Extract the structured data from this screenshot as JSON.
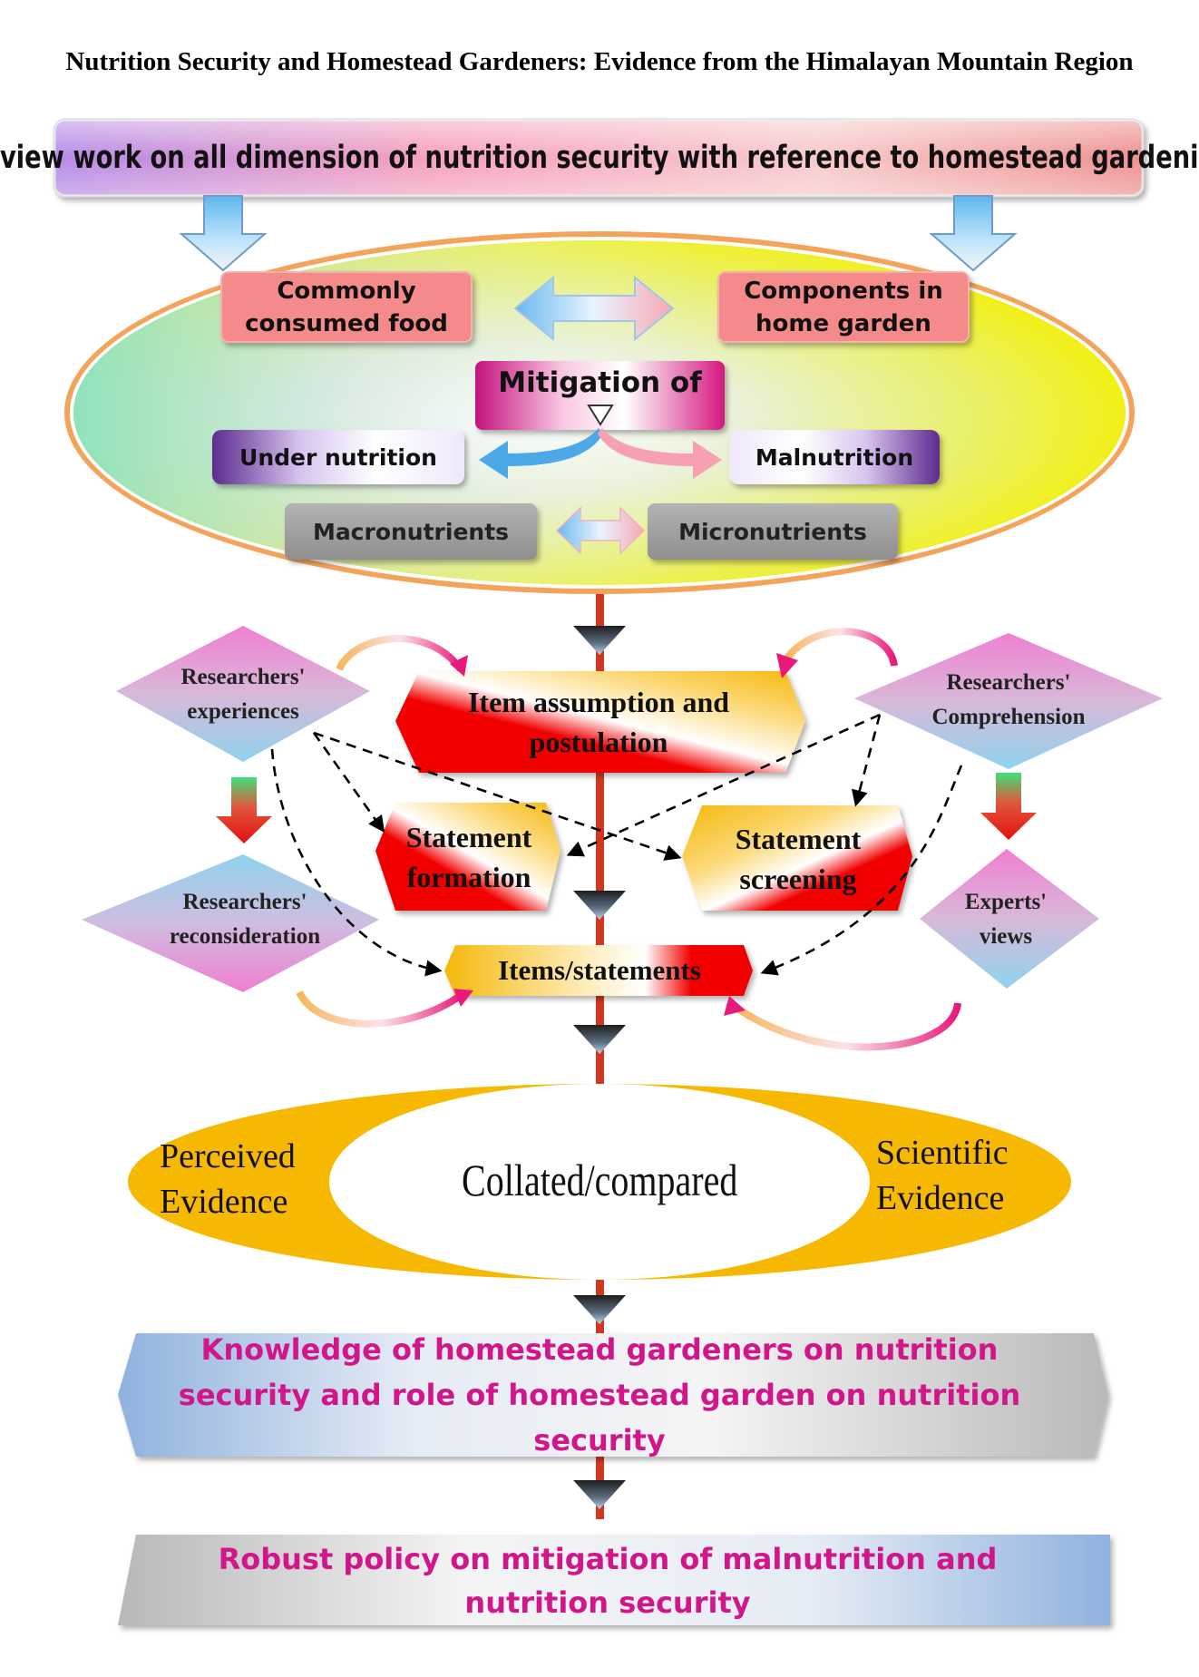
{
  "title": "Nutrition Security and Homestead Gardeners: Evidence from the Himalayan Mountain Region",
  "review_box": "Review work on all dimension of nutrition security with reference to homestead gardening",
  "ellipse": {
    "commonly_consumed": "Commonly consumed food",
    "components": "Components in home garden",
    "mitigation": "Mitigation of",
    "under_nutrition": "Under nutrition",
    "malnutrition": "Malnutrition",
    "macronutrients": "Macronutrients",
    "micronutrients": "Micronutrients"
  },
  "process": {
    "researchers_experiences": "Researchers' experiences",
    "researchers_comprehension": "Researchers' Comprehension",
    "item_assumption": "Item assumption and postulation",
    "statement_formation": "Statement formation",
    "statement_screening": "Statement screening",
    "researchers_reconsideration": "Researchers' reconsideration",
    "experts_views": "Experts' views",
    "items_statements": "Items/statements"
  },
  "evidence": {
    "perceived": "Perceived Evidence",
    "collated": "Collated/compared",
    "scientific": "Scientific Evidence"
  },
  "knowledge_box": "Knowledge of homestead gardeners on nutrition security and role of homestead garden on nutrition security",
  "policy_box": "Robust policy on mitigation of malnutrition and nutrition security",
  "colors": {
    "axis_red": "#d2381f",
    "gold": "#f6b800",
    "magenta_text": "#d1158a",
    "salmon": "#f48a8a",
    "grey_box": "#9a9a9a"
  }
}
